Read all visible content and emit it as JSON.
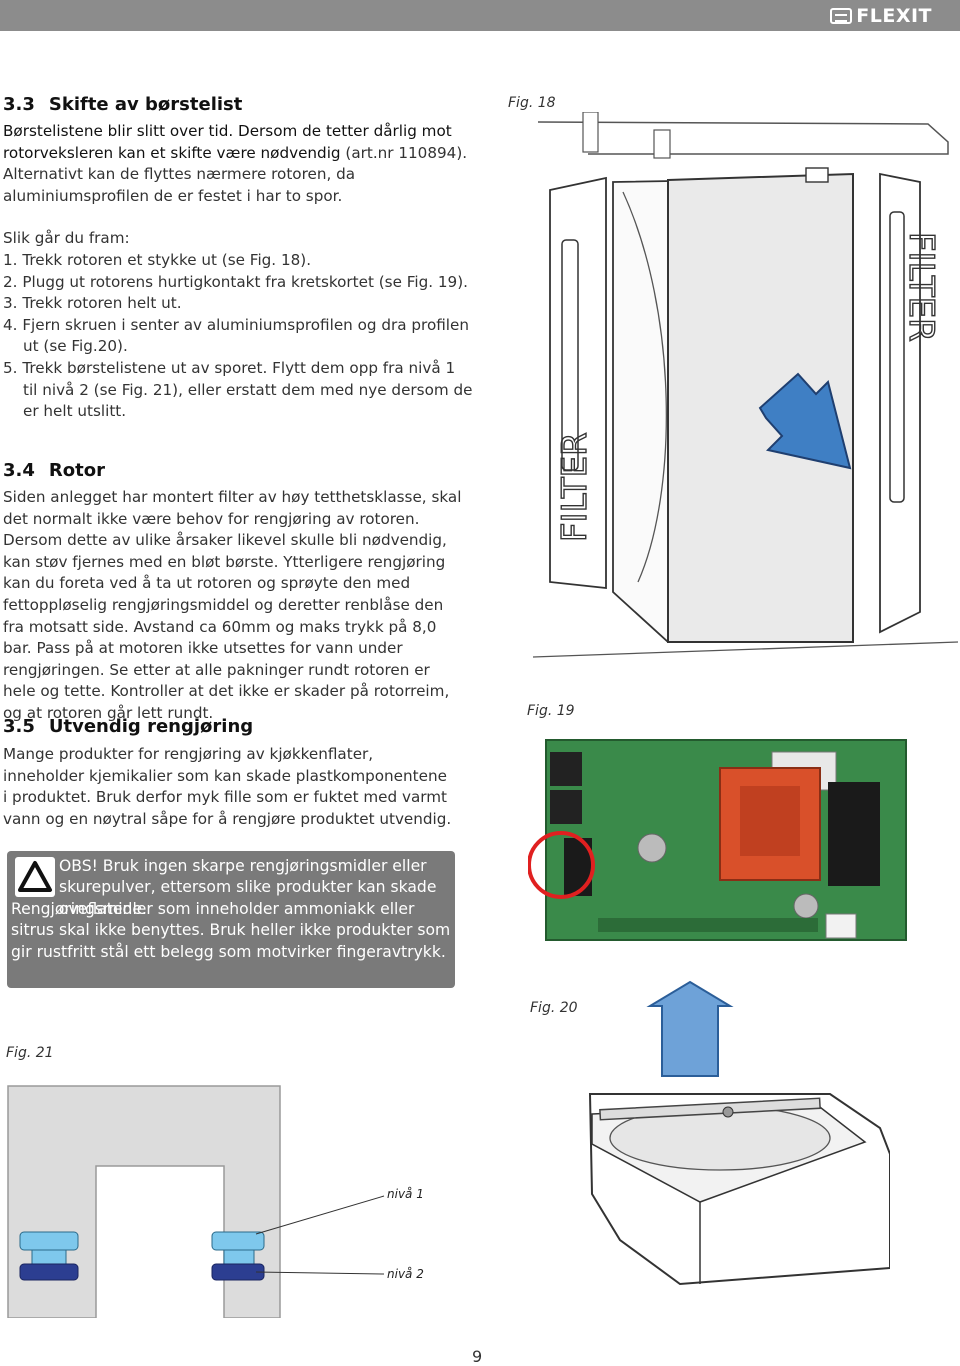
{
  "header": {
    "brand": "FLEXIT"
  },
  "section_3_3": {
    "number": "3.3",
    "title": "Skifte av børstelist",
    "lead_1": "Børstelistene blir slitt over tid. Dersom de tetter dårlig mot rotorveksleren kan et skifte være nødvendig",
    "lead_2": " (art.nr 110894).",
    "lead_3": "Alternativt kan de flyttes nærmere rotoren, da aluminiumsprofilen de er festet i har to spor.",
    "how_to": "Slik går du fram:",
    "steps": [
      "1. Trekk rotoren et stykke ut (se Fig. 18).",
      "2. Plugg ut rotorens hurtigkontakt fra kretskortet (se Fig. 19).",
      "3. Trekk rotoren helt ut.",
      "4. Fjern skruen i senter av aluminiumsprofilen og dra profilen",
      "ut (se Fig.20).",
      "5. Trekk børstelistene ut av sporet. Flytt dem opp fra nivå 1",
      "til nivå 2 (se Fig. 21), eller erstatt dem med nye dersom de",
      "er helt utslitt."
    ]
  },
  "section_3_4": {
    "number": "3.4",
    "title": "Rotor",
    "text": "Siden anlegget har montert filter av høy tetthetsklasse, skal det normalt ikke være behov for rengjøring av rotoren. Dersom dette av ulike årsaker likevel skulle bli nødvendig, kan støv fjernes med en bløt børste. Ytterligere rengjøring kan du foreta ved å ta ut rotoren og sprøyte den med fettoppløselig rengjøringsmiddel og deretter renblåse den fra motsatt side. Avstand ca 60mm og maks trykk på 8,0 bar. Pass på at motoren ikke utsettes for vann under rengjøringen. Se etter at alle pakninger rundt rotoren er hele og tette. Kontroller at det ikke er skader på rotorreim, og at rotoren går lett rundt."
  },
  "section_3_5": {
    "number": "3.5",
    "title": "Utvendig rengjøring",
    "text": "Mange produkter for rengjøring av kjøkkenflater, inneholder kjemikalier som kan skade plastkomponentene i produktet. Bruk derfor myk fille som er fuktet med varmt vann og en nøytral såpe for å rengjøre produktet utvendig."
  },
  "warning": {
    "first": "OBS! Bruk ingen skarpe rengjøringsmidler eller skurepulver, ettersom slike produkter kan skade oveflatene.",
    "rest": "Rengjøringsmidler som inneholder ammoniakk eller sitrus skal ikke benyttes. Bruk heller ikke produkter som gir rustfritt stål ett belegg som motvirker fingeravtrykk."
  },
  "figures": {
    "fig18": "Fig. 18",
    "fig19": "Fig. 19",
    "fig20": "Fig. 20",
    "fig21": "Fig. 21",
    "filter_text": "FILTER",
    "level1": "nivå 1",
    "level2": "nivå 2"
  },
  "colors": {
    "arrow_blue": "#3f7fc4",
    "alert_red": "#e02020",
    "pcb_green": "#3a8a4a",
    "transformer_red": "#d9502a"
  },
  "page": {
    "number": "9"
  }
}
